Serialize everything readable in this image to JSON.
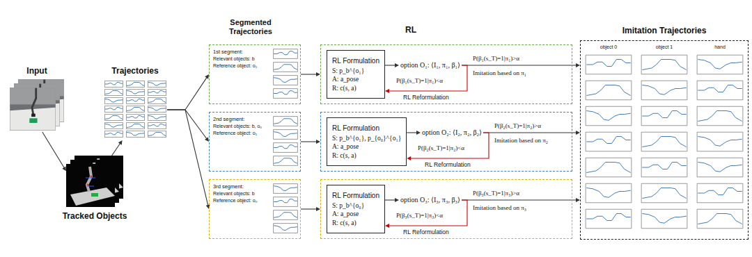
{
  "diagram": {
    "nodes": [
      {
        "text": [
          "Input"
        ]
      },
      {
        "text": [
          "Tracked Objects"
        ]
      },
      {
        "text": [
          "Trajectories"
        ]
      },
      {
        "text": [
          "1st segment:",
          "Relevant objects: b",
          "Reference object: o₁"
        ]
      },
      {
        "text": [
          "2nd segment:",
          "Relevant objects: b, o₀",
          "Reference object: o₁"
        ]
      },
      {
        "text": [
          "3rd segment:",
          "Relevant objects: b",
          "Reference object: o₀"
        ]
      },
      {
        "text": [
          "P(β₁(s_T)=1|π₁)>α",
          "Imitation based on π₁",
          "P(β₁(s_T)=1|π₁)<α",
          "RL Reformulation"
        ]
      },
      {
        "text": [
          "RL Formulation",
          "S: p_b^{o₁}",
          "A: a_pose",
          "R: c(s, a)"
        ],
        "in": 6
      },
      {
        "text": [
          "option O₁: ⟨I₁, π₁, β₁⟩"
        ],
        "in": 6
      },
      {
        "text": [
          "P(β₂(s_T)=1|π₂)>α",
          "Imitation based on π₂",
          "P(β₂(s_T)=1|π₂)<α",
          "RL Reformulation"
        ]
      },
      {
        "text": [
          "RL Formulation",
          "S: p_b^{o₁}, p_{o₀}^{o₁}",
          "A: a_pose",
          "R: c(s, a)"
        ],
        "in": 9
      },
      {
        "text": [
          "option O₂: ⟨I₂, π₂, β₂⟩"
        ],
        "in": 9
      },
      {
        "text": [
          "P(β₃(s_T)=1|π₃)>α",
          "Imitation based on π₃",
          "P(β₃(s_T)=1|π₃)<α",
          "RL Reformulation"
        ]
      },
      {
        "text": [
          "RL Formulation",
          "S: p_b^{o₀}",
          "A: a_pose",
          "R: c(s, a)"
        ],
        "in": 12
      },
      {
        "text": [
          "option O₃: ⟨I₃, π₃, β₃⟩"
        ],
        "in": 12
      },
      {
        "text": [
          "Imitation Trajectories"
        ]
      }
    ],
    "edges": [
      {
        "from": 0,
        "to": 1,
        "arrow": "to"
      },
      {
        "from": 1,
        "to": 2,
        "arrow": "to"
      },
      {
        "from": 2,
        "to": 3,
        "arrow": "to"
      },
      {
        "from": 2,
        "to": 4,
        "arrow": "to"
      },
      {
        "from": 2,
        "to": 5,
        "arrow": "to"
      },
      {
        "from": 3,
        "to": 6,
        "arrow": "to"
      },
      {
        "from": 4,
        "to": 9,
        "arrow": "to"
      },
      {
        "from": 5,
        "to": 12,
        "arrow": "to"
      },
      {
        "from": 7,
        "to": 8,
        "arrow": "to"
      },
      {
        "from": 8,
        "to": 15,
        "arrow": "to"
      },
      {
        "from": 8,
        "to": 7,
        "arrow": "to"
      },
      {
        "from": 10,
        "to": 11,
        "arrow": "to"
      },
      {
        "from": 11,
        "to": 15,
        "arrow": "to"
      },
      {
        "from": 11,
        "to": 10,
        "arrow": "to"
      },
      {
        "from": 13,
        "to": 14,
        "arrow": "to"
      },
      {
        "from": 14,
        "to": 15,
        "arrow": "to"
      },
      {
        "from": 14,
        "to": 13,
        "arrow": "to"
      }
    ],
    "labels": [
      "Segmented Trajectories",
      "RL",
      "object 0",
      "object 1",
      "hand"
    ]
  }
}
